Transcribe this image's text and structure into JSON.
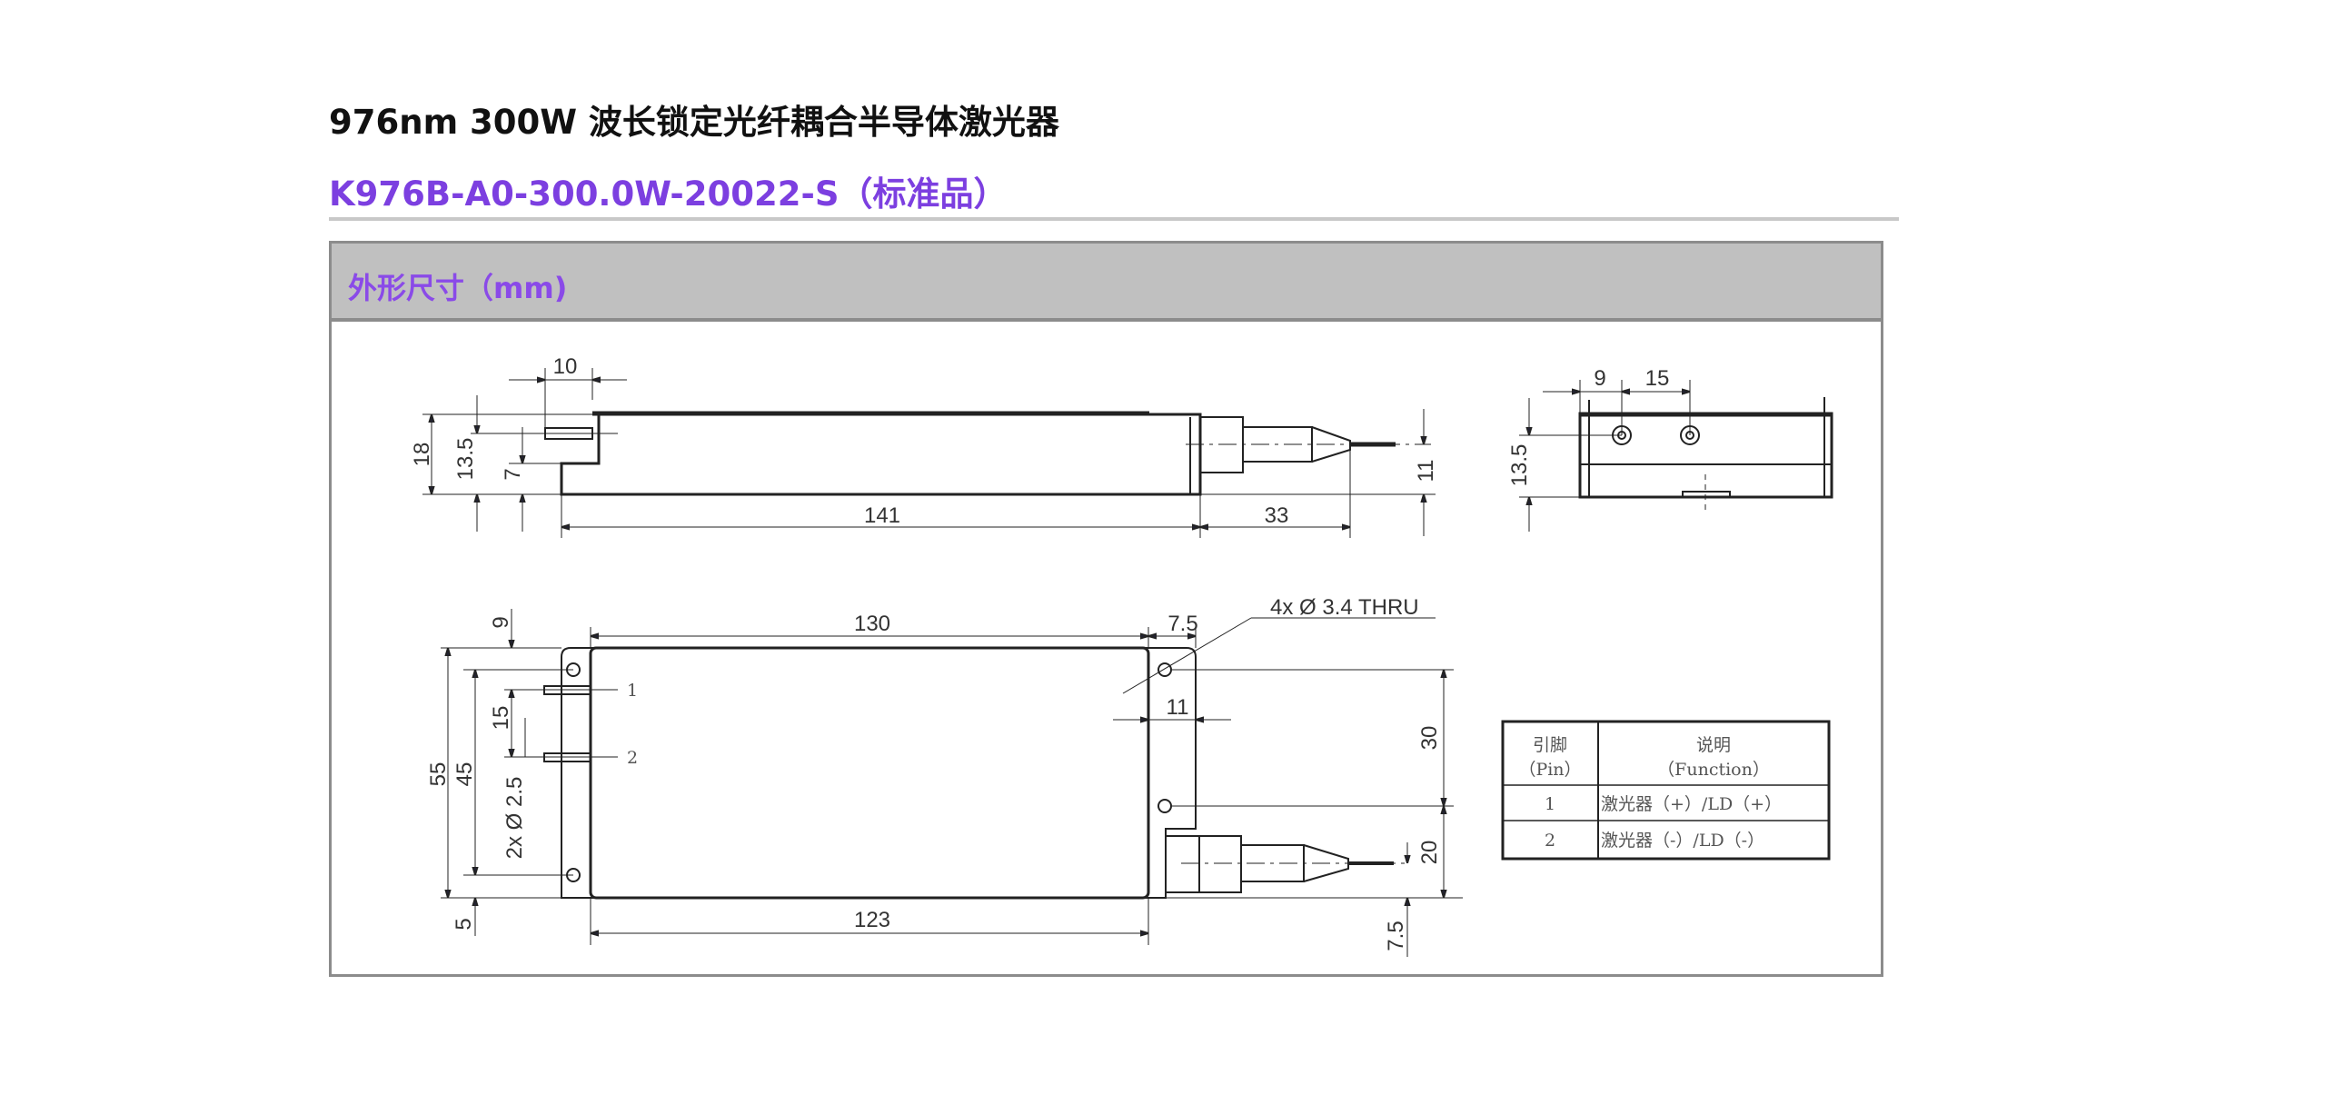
{
  "header": {
    "title": "976nm 300W 波长锁定光纤耦合半导体激光器",
    "model": "K976B-A0-300.0W-20022-S（标准品）"
  },
  "section": {
    "title": "外形尺寸（mm)"
  },
  "drawing": {
    "side_view": {
      "d10": "10",
      "d18": "18",
      "d13_5": "13.5",
      "d7": "7",
      "d141": "141",
      "d33": "33",
      "d11": "11"
    },
    "end_view": {
      "d9": "9",
      "d15": "15",
      "d13_5": "13.5"
    },
    "top_view": {
      "d130": "130",
      "d7_5_top": "7.5",
      "holes": "4x Ø 3.4 THRU",
      "d11": "11",
      "d9": "9",
      "d15": "15",
      "d55": "55",
      "d45": "45",
      "pins": "2x Ø 2.5",
      "d5": "5",
      "d30": "30",
      "d20": "20",
      "d7_5_bottom": "7.5",
      "d123": "123",
      "pin1": "1",
      "pin2": "2"
    }
  },
  "pin_table": {
    "headers": [
      {
        "cn": "引脚",
        "en": "（Pin）"
      },
      {
        "cn": "说明",
        "en": "（Function）"
      }
    ],
    "rows": [
      {
        "pin": "1",
        "function": "激光器（+）/LD（+）"
      },
      {
        "pin": "2",
        "function": "激光器（-）/LD（-）"
      }
    ]
  }
}
